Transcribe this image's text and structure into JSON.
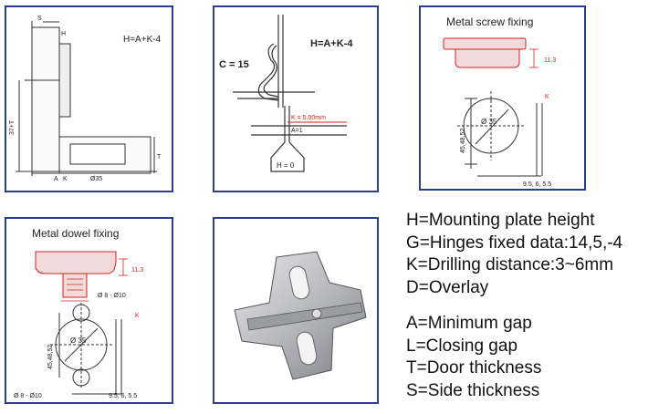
{
  "panel1": {
    "formula": "H=A+K-4",
    "label_s": "S",
    "label_h": "H",
    "label_37t": "37+T",
    "label_t": "T",
    "label_a": "A",
    "label_k": "K",
    "label_d35": "Ø35"
  },
  "panel2": {
    "label_c": "C = 15",
    "formula": "H=A+K-4",
    "label_k": "K = 5.00mm",
    "label_a": "A=1",
    "label_h": "H = 0"
  },
  "panel3": {
    "title": "Metal screw fixing",
    "dim_height": "11.3",
    "dim_k": "K",
    "dim_diameter": "Ø 35",
    "dim_vertical": "45,48,52",
    "dim_bottom": "9.5,  6,  5.5"
  },
  "panel4": {
    "title": "Metal dowel fixing",
    "dim_height": "11.3",
    "dim_dowel": "Ø 8 - Ø10",
    "dim_k": "K",
    "dim_diameter": "Ø 35",
    "dim_vertical": "45,48,52",
    "dim_dowel_bottom": "Ø 8 - Ø10",
    "dim_bottom": "9.5,  6,  5.5"
  },
  "legend": {
    "line1": "H=Mounting plate height",
    "line2": "G=Hinges fixed data:14,5,-4",
    "line3": "K=Drilling distance:3~6mm",
    "line4": "D=Overlay",
    "line5": "A=Minimum gap",
    "line6": "L=Closing gap",
    "line7": "T=Door thickness",
    "line8": "S=Side thickness"
  },
  "colors": {
    "border": "#2a3f8f",
    "red": "#d42020",
    "plate_fill": "#f2dada"
  }
}
